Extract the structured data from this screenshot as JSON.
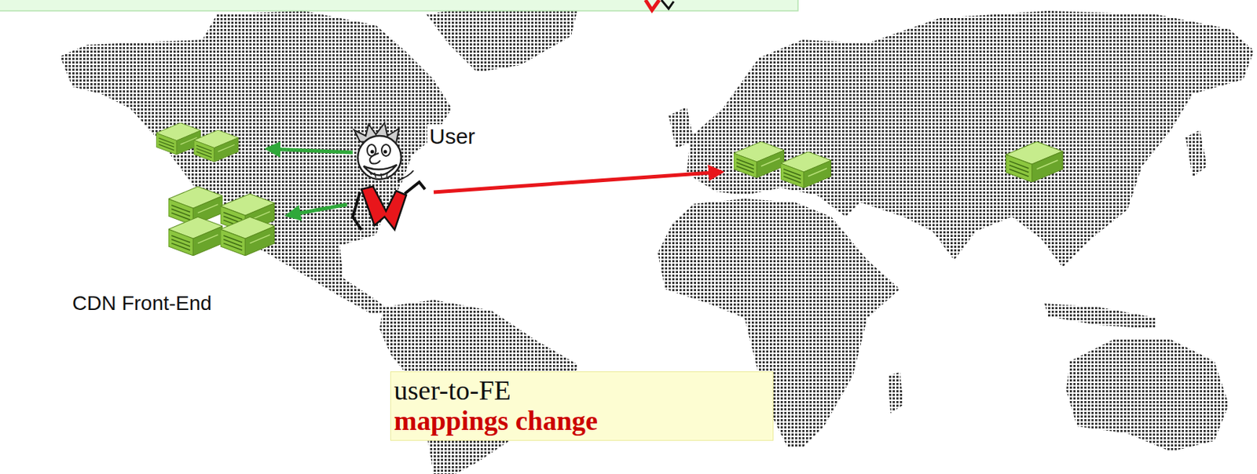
{
  "diagram": {
    "nodes": [
      {
        "text": [
          "user-to-FE",
          "mappings change"
        ]
      }
    ],
    "labels": [
      "User",
      "CDN Front-End"
    ]
  }
}
